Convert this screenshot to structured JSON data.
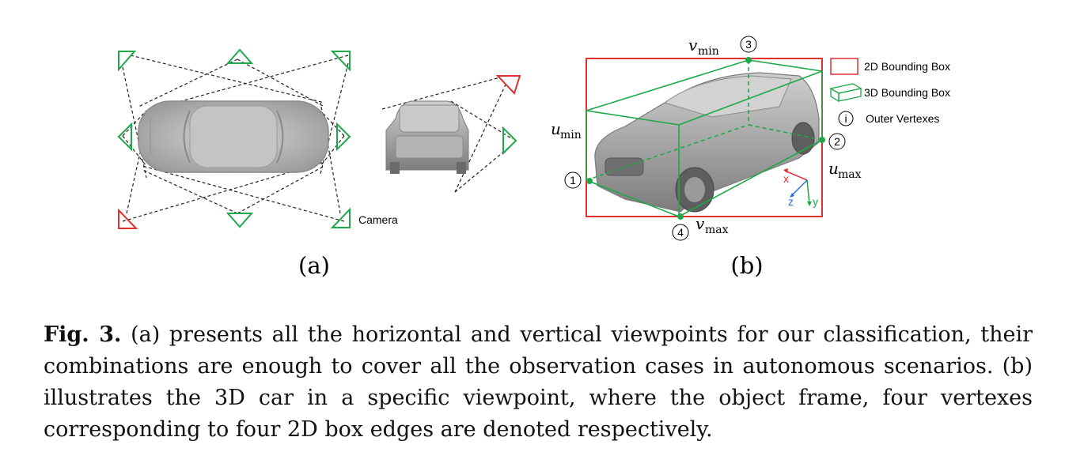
{
  "subfigure_a": {
    "label": "(a)",
    "camera_label": "Camera"
  },
  "subfigure_b": {
    "label": "(b)",
    "legend": {
      "box2d": "2D Bounding Box",
      "box3d": "3D Bounding Box",
      "vertex_symbol": "i",
      "vertex": "Outer Vertexes"
    },
    "coords": {
      "u_min": "u",
      "u_min_sub": "min",
      "u_max": "u",
      "u_max_sub": "max",
      "v_min": "v",
      "v_min_sub": "min",
      "v_max": "v",
      "v_max_sub": "max"
    },
    "vertex_numbers": [
      "1",
      "2",
      "3",
      "4"
    ],
    "axes": {
      "x": "x",
      "y": "y",
      "z": "z"
    }
  },
  "caption": {
    "lead": "Fig. 3.",
    "text": "(a) presents all the horizontal and vertical viewpoints for our classification, their combinations are enough to cover all the observation cases in autonomous scenarios. (b) illustrates the 3D car in a specific viewpoint, where the object frame, four vertexes corresponding to four 2D box edges are denoted respectively."
  },
  "colors": {
    "green": "#1fa84a",
    "red": "#e03030",
    "car": "#a9a9a9",
    "axis_x": "#e03030",
    "axis_y": "#1fa84a",
    "axis_z": "#2a6fd6"
  }
}
